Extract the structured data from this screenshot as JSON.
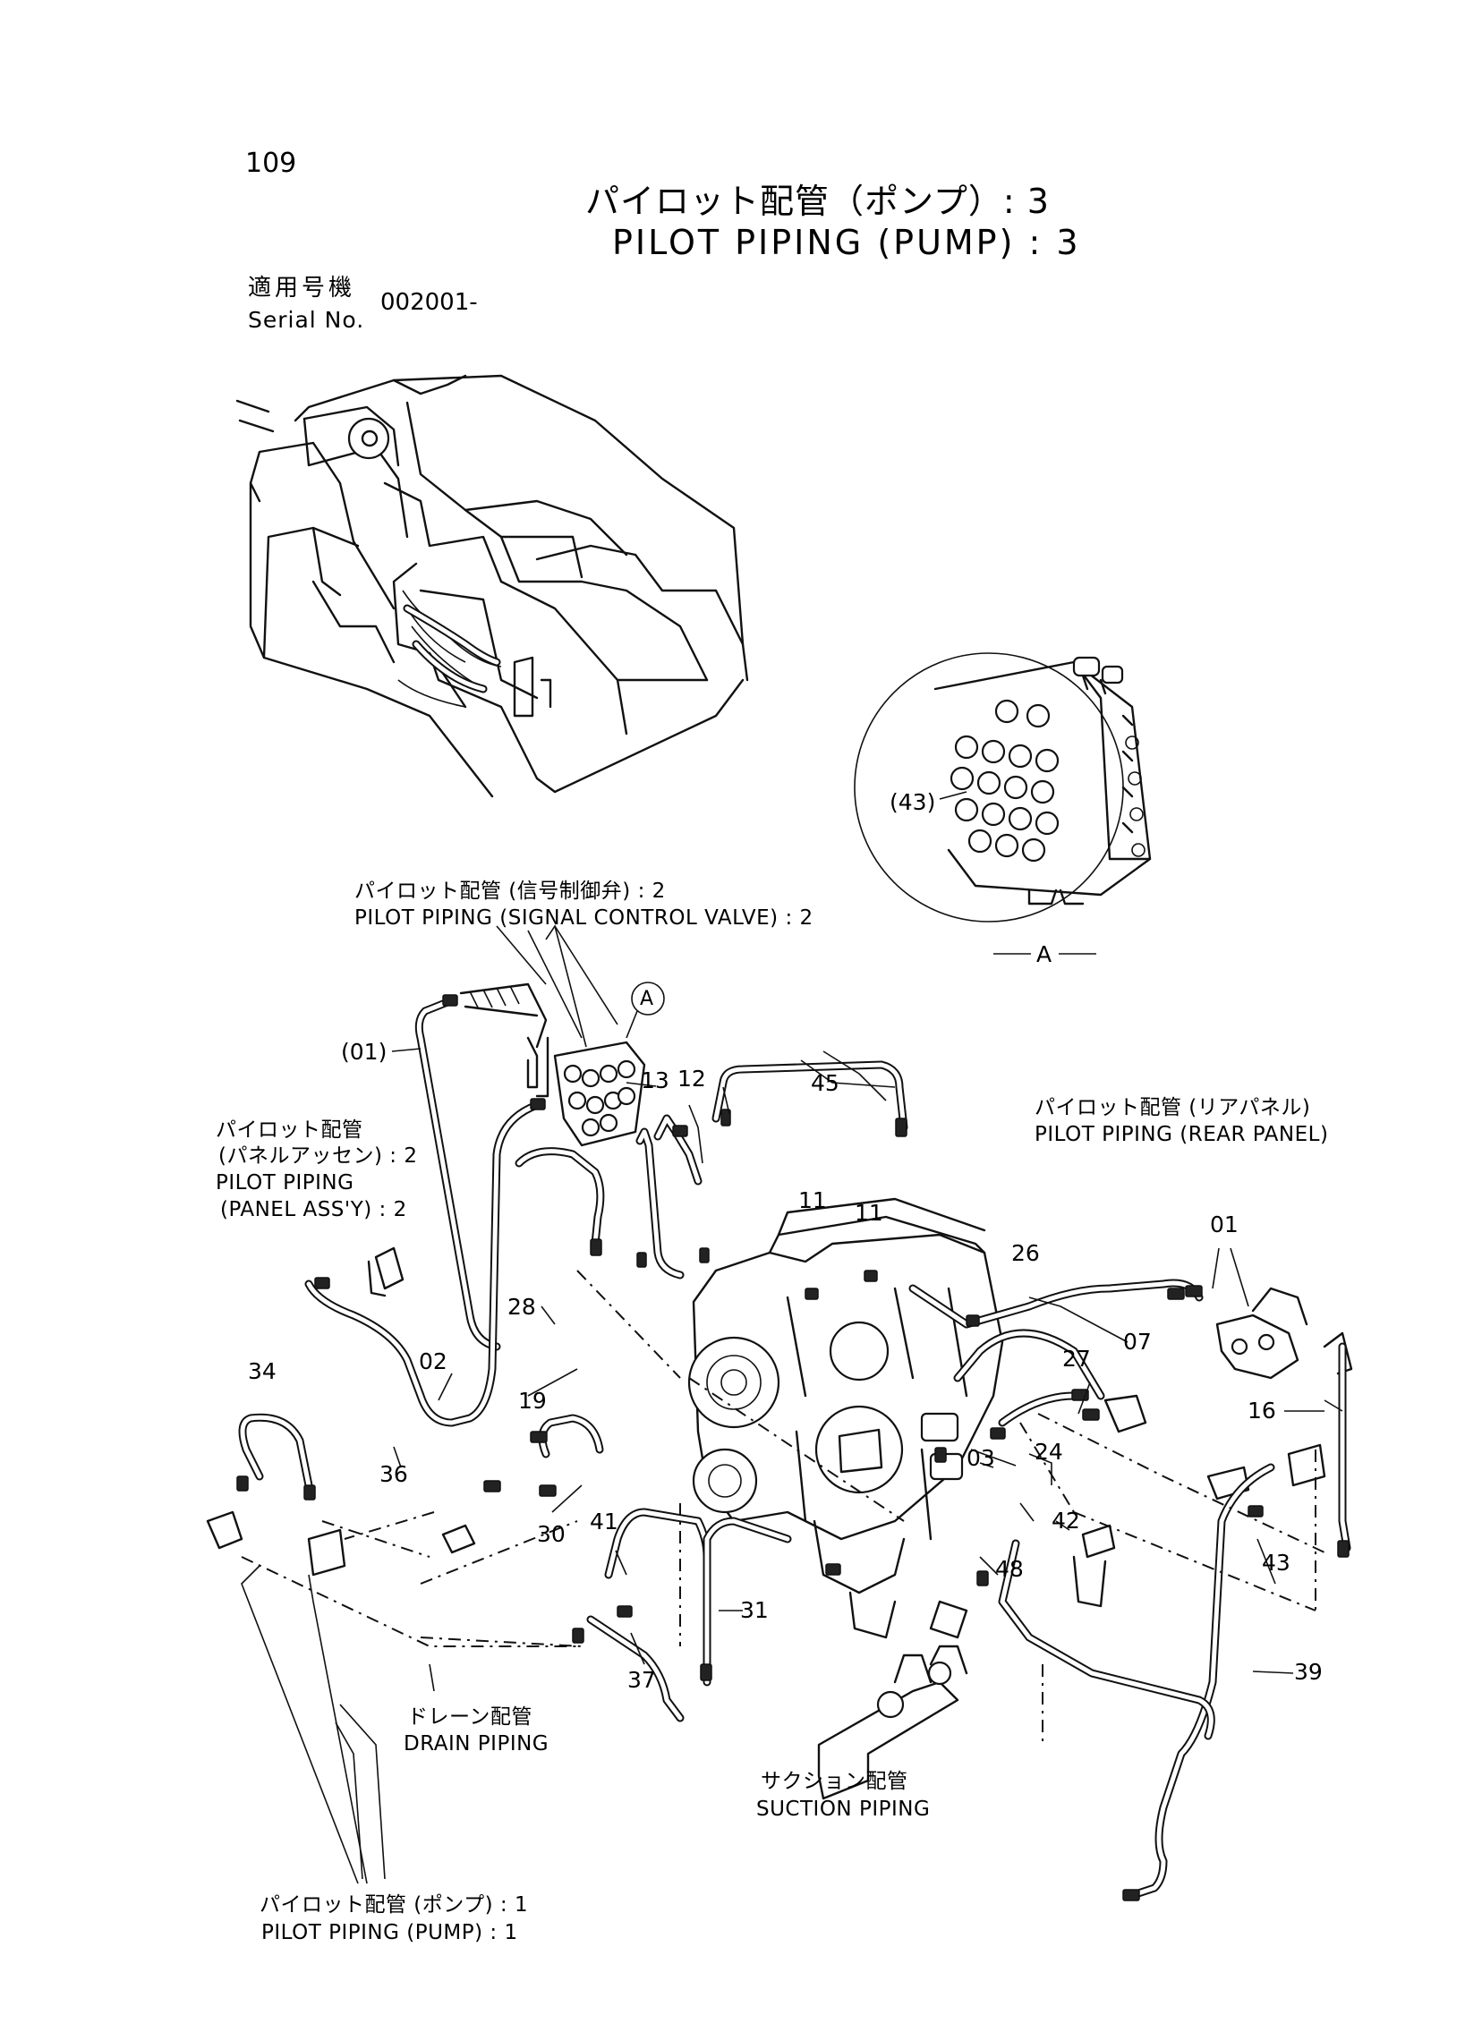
{
  "page_number": "109",
  "title_jp": "パイロット配管（ポンプ）: 3",
  "title_en": "PILOT PIPING (PUMP) : 3",
  "serial": {
    "label_jp": "適用号機",
    "label_en": "Serial No.",
    "value": "002001-"
  },
  "view_label": "A",
  "callout_label": "(43)",
  "references": {
    "signal_valve_jp": "パイロット配管 (信号制御弁) : 2",
    "signal_valve_en": "PILOT PIPING (SIGNAL CONTROL VALVE) : 2",
    "panel_assy_jp_1": "パイロット配管",
    "panel_assy_jp_2": "(パネルアッセン) : 2",
    "panel_assy_en_1": "PILOT PIPING",
    "panel_assy_en_2": "(PANEL ASS'Y) : 2",
    "rear_panel_jp": "パイロット配管 (リアパネル)",
    "rear_panel_en": "PILOT PIPING (REAR PANEL)",
    "drain_jp": "ドレーン配管",
    "drain_en": "DRAIN PIPING",
    "suction_jp": "サクション配管",
    "suction_en": "SUCTION PIPING",
    "pump1_jp": "パイロット配管 (ポンプ) : 1",
    "pump1_en": "PILOT PIPING (PUMP) : 1"
  },
  "part_numbers": {
    "p01_paren": "(01)",
    "p01": "01",
    "p02": "02",
    "p03": "03",
    "p07": "07",
    "p11a": "11",
    "p11b": "11",
    "p12": "12",
    "p13": "13",
    "p16": "16",
    "p19": "19",
    "p24": "24",
    "p26": "26",
    "p27": "27",
    "p28": "28",
    "p30": "30",
    "p31": "31",
    "p34": "34",
    "p36": "36",
    "p37": "37",
    "p39": "39",
    "p41": "41",
    "p42": "42",
    "p43": "43",
    "p45": "45",
    "p48": "48"
  }
}
